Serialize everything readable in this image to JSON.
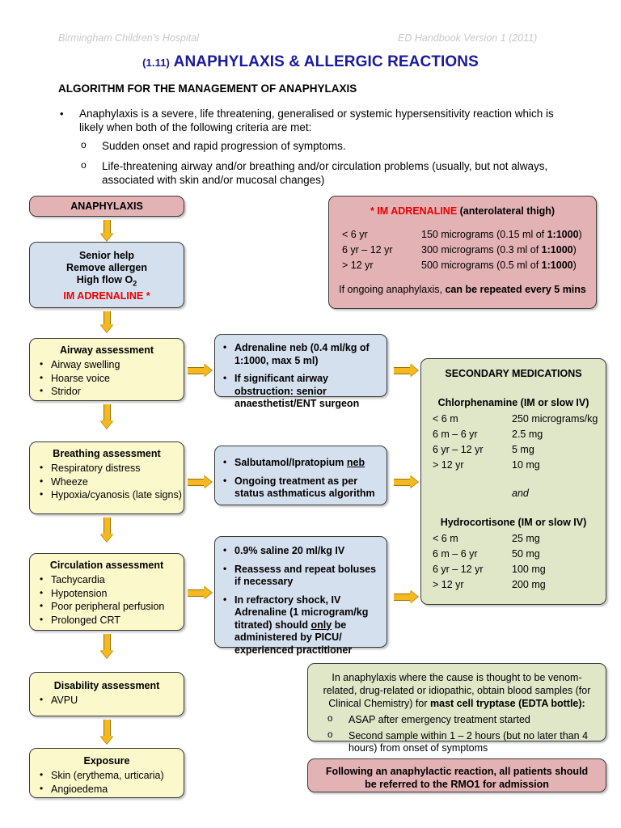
{
  "header": {
    "left": "Birmingham Children's Hospital",
    "right": "ED Handbook Version 1 (2011)"
  },
  "title": {
    "number": "(1.11)",
    "text": "ANAPHYLAXIS & ALLERGIC REACTIONS",
    "color": "#1a1a9c"
  },
  "algorithm_heading": "ALGORITHM FOR THE MANAGEMENT OF ANAPHYLAXIS",
  "intro": {
    "main_bullet": "Anaphylaxis is a severe, life threatening, generalised or systemic hypersensitivity reaction which is likely when both of the following criteria are met:",
    "sub_bullets": [
      "Sudden onset and rapid progression of symptoms.",
      "Life-threatening airway and/or breathing and/or circulation problems (usually, but not always, associated with skin and/or mucosal changes)"
    ]
  },
  "flow": {
    "anaphylaxis_box": {
      "label": "ANAPHYLAXIS",
      "color": "#e3b2b4"
    },
    "initial_box": {
      "color": "#d5e0ef",
      "lines": [
        "Senior help",
        "Remove allergen",
        "High flow O",
        "IM ADRENALINE *"
      ],
      "o2_subscript": "2",
      "adrenaline_color": "#ee0000"
    },
    "airway": {
      "title": "Airway assessment",
      "items": [
        "Airway swelling",
        "Hoarse voice",
        "Stridor"
      ]
    },
    "airway_action": {
      "items": [
        "Adrenaline neb (0.4 ml/kg of 1:1000, max 5 ml)",
        "If significant airway obstruction: senior anaesthetist/ENT surgeon"
      ]
    },
    "breathing": {
      "title": "Breathing assessment",
      "items": [
        "Respiratory distress",
        "Wheeze",
        "Hypoxia/cyanosis (late signs)"
      ]
    },
    "breathing_action": {
      "item1_pre": "Salbutamol/Ipratopium ",
      "item1_underlined": "neb",
      "item2": "Ongoing treatment as per status asthmaticus algorithm"
    },
    "circulation": {
      "title": "Circulation assessment",
      "items": [
        "Tachycardia",
        "Hypotension",
        "Poor peripheral perfusion",
        "Prolonged CRT"
      ]
    },
    "circulation_action": {
      "item1": "0.9% saline 20 ml/kg IV",
      "item2": "Reassess and repeat boluses if necessary",
      "item3_pre": "In refractory shock, IV Adrenaline (1 microgram/kg titrated) should ",
      "item3_underlined": "only",
      "item3_post": " be administered by PICU/ experienced practitioner"
    },
    "disability": {
      "title": "Disability assessment",
      "items": [
        "AVPU"
      ]
    },
    "exposure": {
      "title": "Exposure",
      "items": [
        "Skin (erythema, urticaria)",
        "Angioedema"
      ]
    }
  },
  "adrenaline_panel": {
    "color": "#e3b2b4",
    "title_red": "* IM ADRENALINE",
    "title_rest": " (anterolateral thigh)",
    "doses": [
      {
        "age": "< 6 yr",
        "amount_pre": "150 micrograms (0.15 ml of ",
        "amount_bold": "1:1000",
        "amount_post": ")"
      },
      {
        "age": "6 yr – 12 yr",
        "amount_pre": "300 micrograms (0.3 ml of ",
        "amount_bold": "1:1000",
        "amount_post": ")"
      },
      {
        "age": "> 12 yr",
        "amount_pre": "500 micrograms (0.5 ml of ",
        "amount_bold": "1:1000",
        "amount_post": ")"
      }
    ],
    "footer_pre": "If ongoing anaphylaxis, ",
    "footer_bold": "can be repeated every 5 mins"
  },
  "secondary_medications": {
    "color": "#dfe7c8",
    "title": "SECONDARY MEDICATIONS",
    "drug1": {
      "name": "Chlorphenamine (IM or slow IV)",
      "doses": [
        {
          "age": "< 6 m",
          "amount": "250 micrograms/kg"
        },
        {
          "age": "6 m – 6 yr",
          "amount": "2.5 mg"
        },
        {
          "age": "6 yr – 12 yr",
          "amount": "5 mg"
        },
        {
          "age": "> 12 yr",
          "amount": "10 mg"
        }
      ]
    },
    "conjunction": "and",
    "drug2": {
      "name": "Hydrocortisone (IM or slow IV)",
      "doses": [
        {
          "age": "< 6 m",
          "amount": "25 mg"
        },
        {
          "age": "6 m – 6 yr",
          "amount": "50 mg"
        },
        {
          "age": "6 yr  – 12 yr",
          "amount": "100 mg"
        },
        {
          "age": "> 12 yr",
          "amount": "200 mg"
        }
      ]
    }
  },
  "tryptase_panel": {
    "color": "#dfe7c8",
    "paragraph_pre": "In anaphylaxis where the cause is thought to be venom-related, drug-related or idiopathic, obtain blood samples (for Clinical Chemistry) for ",
    "paragraph_bold": "mast cell tryptase (EDTA bottle):",
    "bullets": [
      "ASAP after emergency treatment started",
      "Second sample within 1 – 2 hours (but no later than 4 hours) from onset of symptoms"
    ]
  },
  "admission_panel": {
    "color": "#e3b2b4",
    "line1": "Following an anaphylactic reaction, all patients should",
    "line2": "be referred to the RMO1 for admission"
  },
  "icons": {
    "bullet_disc": "•",
    "bullet_circle": "o",
    "arrow_down": "arrow-down-icon",
    "arrow_right": "arrow-right-icon"
  }
}
